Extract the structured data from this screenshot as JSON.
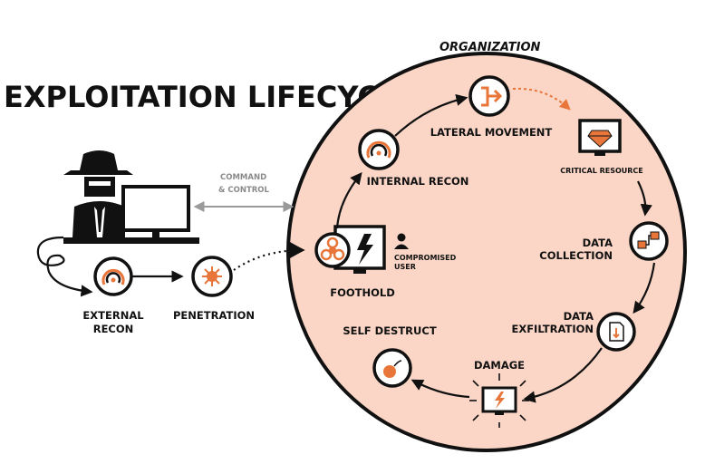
{
  "title": "EXPLOITATION LIFECYCLE",
  "organization_label": "ORGANIZATION",
  "command_control": [
    "COMMAND",
    "& CONTROL"
  ],
  "stages": {
    "external_recon": [
      "EXTERNAL",
      "RECON"
    ],
    "penetration": "PENETRATION",
    "foothold": "FOOTHOLD",
    "compromised_user": [
      "COMPROMISED",
      "USER"
    ],
    "internal_recon": "INTERNAL RECON",
    "lateral_movement": "LATERAL MOVEMENT",
    "critical_resource": "CRITICAL RESOURCE",
    "data_collection": [
      "DATA",
      "COLLECTION"
    ],
    "data_exfiltration": [
      "DATA",
      "EXFILTRATION"
    ],
    "damage": "DAMAGE",
    "self_destruct": "SELF DESTRUCT"
  },
  "colors": {
    "circle_fill": "#fbd6c6",
    "accent": "#e8763a",
    "ink": "#111111",
    "grey": "#8a8a8a"
  }
}
